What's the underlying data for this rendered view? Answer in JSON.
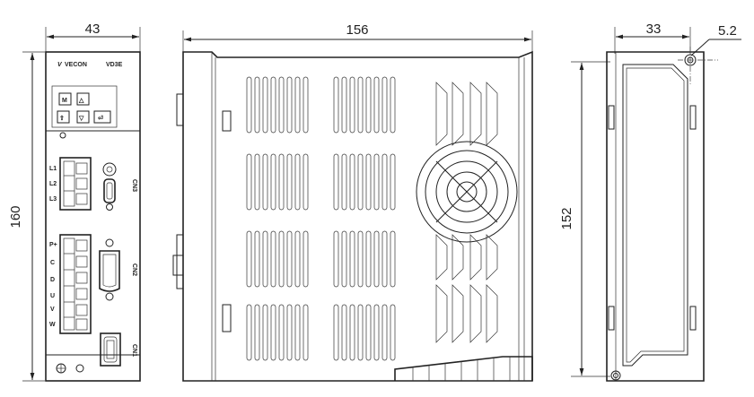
{
  "dimensions": {
    "front_width": "43",
    "front_height": "160",
    "side_width": "156",
    "rear_width": "33",
    "rear_height": "152",
    "hole_diameter": "5.2"
  },
  "front_panel": {
    "brand": "VECON",
    "model": "VD3E",
    "keys": [
      "M",
      "△",
      "⇧",
      "▽",
      "⏎"
    ],
    "power_terminals": [
      "L1",
      "L2",
      "L3"
    ],
    "motor_terminals": [
      "P+",
      "C",
      "D",
      "U",
      "V",
      "W"
    ],
    "connectors": [
      "CN3",
      "CN2",
      "CN1"
    ]
  }
}
